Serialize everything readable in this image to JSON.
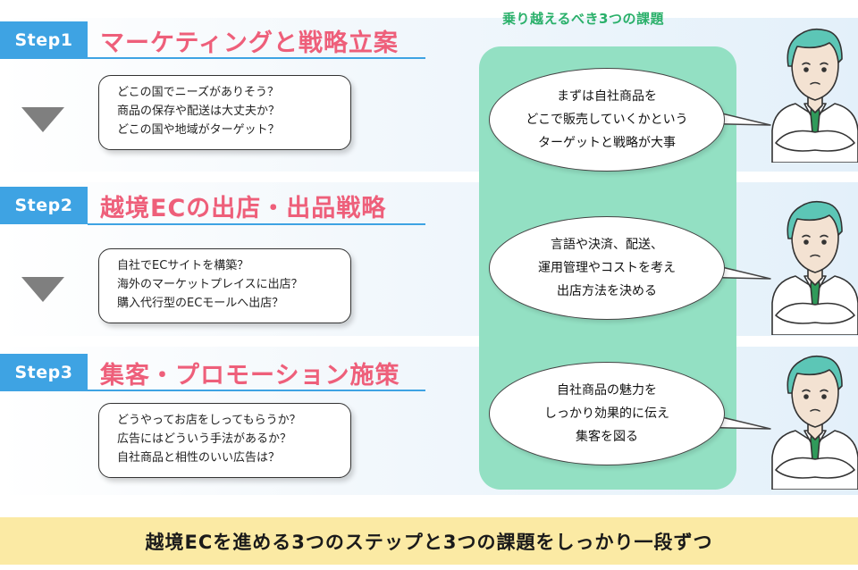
{
  "header": {
    "challenges_title": "乗り越えるべき3つの課題"
  },
  "steps": [
    {
      "label": "Step1",
      "title": "マーケティングと戦略立案",
      "questions": [
        "どこの国でニーズがありそう？",
        "商品の保存や配送は大丈夫か？",
        "どこの国や地域がターゲット？"
      ]
    },
    {
      "label": "Step2",
      "title": "越境ECの出店・出品戦略",
      "questions": [
        "自社でECサイトを構築？",
        "海外のマーケットプレイスに出店？",
        "購入代行型のECモールへ出店？"
      ]
    },
    {
      "label": "Step3",
      "title": "集客・プロモーション施策",
      "questions": [
        "どうやってお店をしってもらうか？",
        "広告にはどういう手法があるか？",
        "自社商品と相性のいい広告は？"
      ]
    }
  ],
  "challenges": [
    {
      "lines": [
        "まずは自社商品を",
        "どこで販売していくかという",
        "ターゲットと戦略が大事"
      ]
    },
    {
      "lines": [
        "言語や決済、配送、",
        "運用管理やコストを考え",
        "出店方法を決める"
      ]
    },
    {
      "lines": [
        "自社商品の魅力を",
        "しっかり効果的に伝え",
        "集客を図る"
      ]
    }
  ],
  "footer": {
    "text": "越境ECを進める3つのステップと3つの課題をしっかり一段ずつ"
  },
  "colors": {
    "step_blue": "#3ea3e3",
    "title_pink": "#ee5f7a",
    "header_green": "#2ab06a",
    "column_green": "#93e0c3",
    "footer_yellow": "#fbeaa4",
    "arrow_gray": "#7f7f7f",
    "hair_teal": "#5cc6b6",
    "tie_green": "#2f9a5a"
  },
  "icons": {
    "down_arrow": "triangle-down",
    "person": "businessman-arms-crossed"
  }
}
